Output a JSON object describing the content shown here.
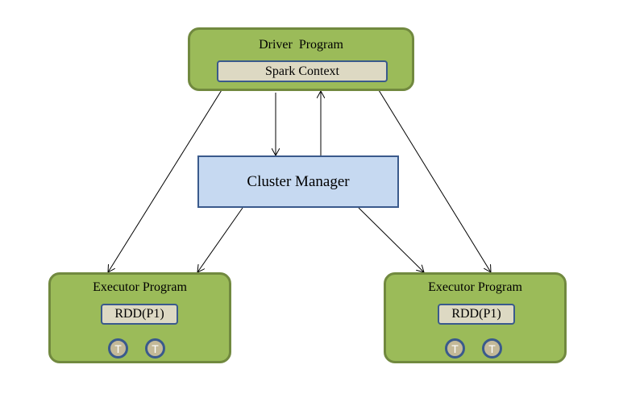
{
  "driver": {
    "title": "Driver  Program",
    "context_label": "Spark Context"
  },
  "cluster_manager": {
    "label": "Cluster Manager"
  },
  "executors": [
    {
      "title": "Executor Program",
      "rdd_label": "RDD(P1)",
      "tasks": [
        "T",
        "T"
      ]
    },
    {
      "title": "Executor Program",
      "rdd_label": "RDD(P1)",
      "tasks": [
        "T",
        "T"
      ]
    }
  ],
  "colors": {
    "program_fill": "#9bbb59",
    "program_border": "#71893f",
    "context_fill": "#ddd9c3",
    "manager_fill": "#c6d9f1",
    "outline_blue": "#3a5a8c",
    "task_fill": "#c4b998"
  }
}
